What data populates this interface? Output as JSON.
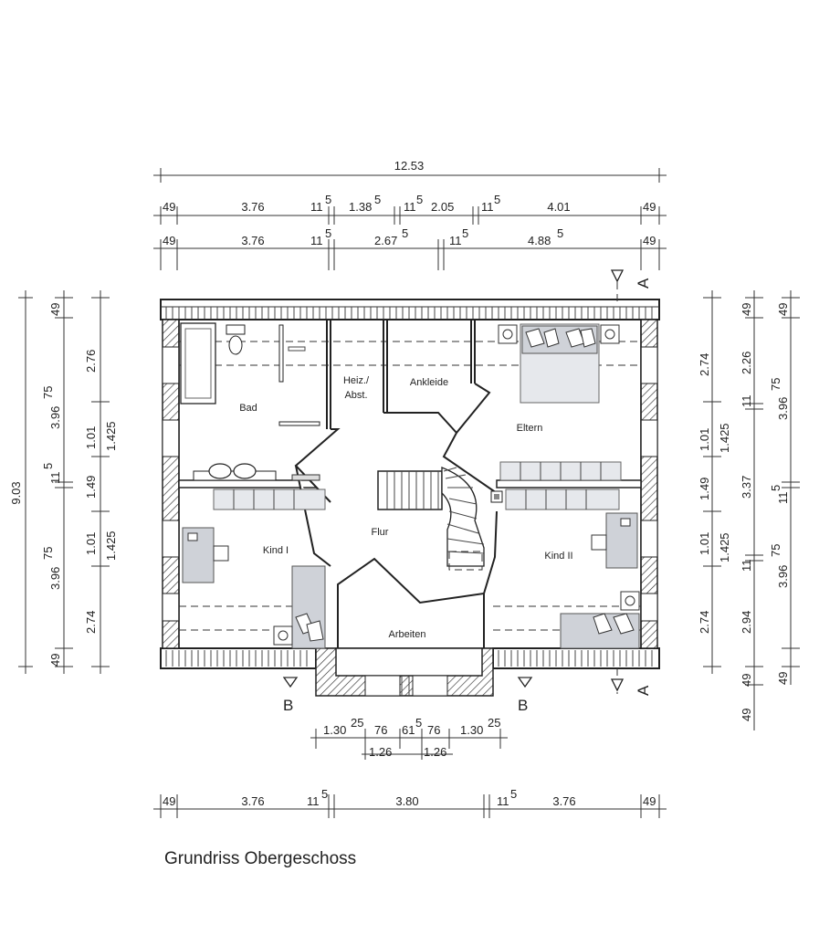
{
  "title": "Grundriss Obergeschoss",
  "rooms": {
    "bad": "Bad",
    "heiz_1": "Heiz./",
    "heiz_2": "Abst.",
    "ankleide": "Ankleide",
    "eltern": "Eltern",
    "flur": "Flur",
    "kind1": "Kind I",
    "kind2": "Kind II",
    "arbeiten": "Arbeiten"
  },
  "sections": {
    "a_top": "A",
    "a_bottom": "A",
    "b_left": "B",
    "b_right": "B"
  },
  "dims_top": {
    "total": "12.53",
    "r1": [
      "49",
      "3.76",
      "11",
      "1.38",
      "11",
      "2.05",
      "11",
      "4.01",
      "49"
    ],
    "r1_sup": [
      "5",
      "5",
      "5",
      "5"
    ],
    "r2": [
      "49",
      "3.76",
      "11",
      "2.67",
      "11",
      "4.88",
      "49"
    ],
    "r2_sup": [
      "5",
      "5",
      "5",
      "5"
    ]
  },
  "dims_left": {
    "total": "9.03",
    "outer": [
      "49",
      "3.96",
      "11",
      "3.96",
      "49"
    ],
    "outer_sup": [
      "75",
      "5",
      "75"
    ],
    "inner": [
      "2.76",
      "1.01",
      "1.49",
      "1.01",
      "2.74"
    ],
    "inner2": [
      "1.425",
      "1.425"
    ]
  },
  "dims_right": {
    "col1": [
      "2.74",
      "1.01",
      "1.49",
      "1.01",
      "2.74"
    ],
    "col1b": [
      "1.425",
      "1.425"
    ],
    "col2": [
      "49",
      "2.26",
      "11",
      "3.37",
      "11",
      "2.94",
      "49",
      "49"
    ],
    "col3": [
      "49",
      "3.96",
      "11",
      "3.96",
      "49"
    ],
    "col3_sup": [
      "75",
      "5",
      "75"
    ]
  },
  "dims_bottom_small": {
    "r1": [
      "1.30",
      "76",
      "61",
      "76",
      "1.30"
    ],
    "r1_sup": [
      "25",
      "5",
      "25"
    ],
    "r2": [
      "1.26",
      "1.26"
    ]
  },
  "dims_bottom": {
    "r": [
      "49",
      "3.76",
      "11",
      "3.80",
      "11",
      "3.76",
      "49"
    ],
    "r_sup": [
      "5",
      "5"
    ]
  }
}
